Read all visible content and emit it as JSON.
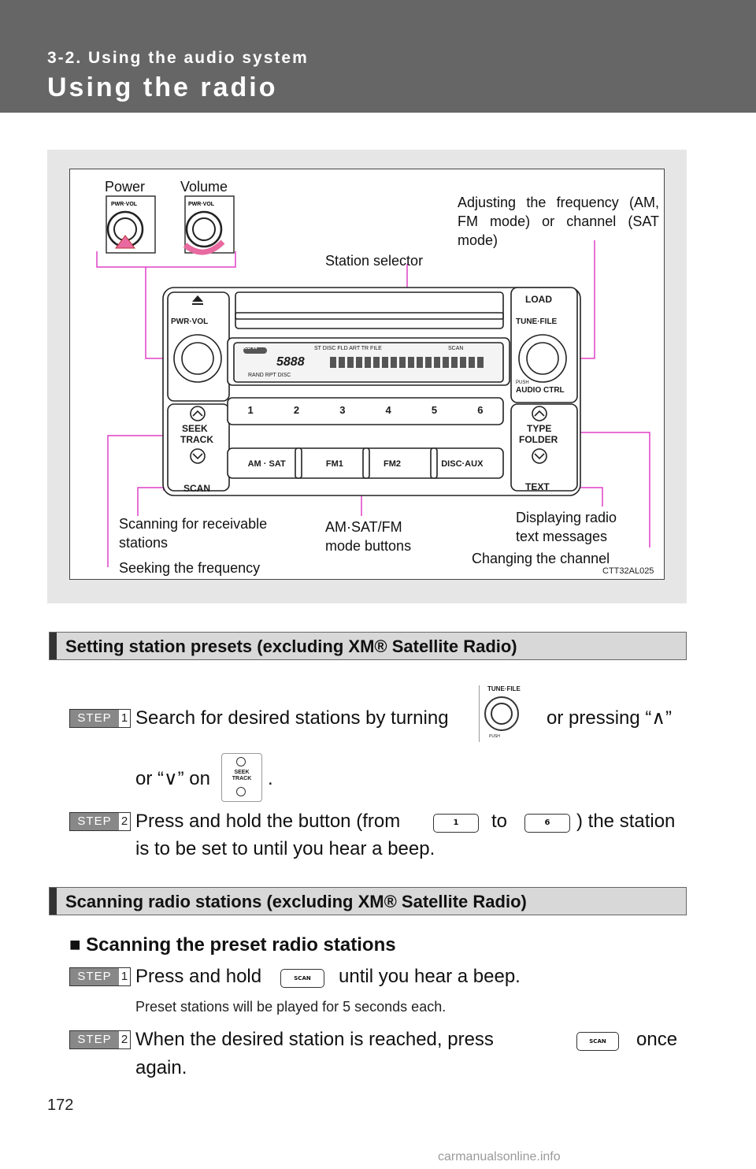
{
  "header": {
    "section": "3-2. Using the audio system",
    "title": "Using the radio"
  },
  "figure": {
    "labels": {
      "power": "Power",
      "volume": "Volume",
      "adjusting": "Adjusting the frequency (AM, FM mode) or channel (SAT mode)",
      "station_selector": "Station selector",
      "scanning": "Scanning for receivable stations",
      "seeking": "Seeking the frequency",
      "mode_buttons": "AM·SAT/FM mode buttons",
      "displaying": "Displaying radio text messages",
      "changing": "Changing the channel"
    },
    "code": "CTT32AL025",
    "unit": {
      "pwr_vol": "PWR·VOL",
      "load": "LOAD",
      "tune_file": "TUNE·FILE",
      "push": "PUSH",
      "audio_ctrl": "AUDIO CTRL",
      "seek": "SEEK",
      "track": "TRACK",
      "scan": "SCAN",
      "type": "TYPE",
      "folder": "FOLDER",
      "text": "TEXT",
      "presets": [
        "1",
        "2",
        "3",
        "4",
        "5",
        "6"
      ],
      "modes": [
        "AM · SAT",
        "FM1",
        "FM2",
        "DISC·AUX"
      ],
      "display_top": "ST  DISC   FLD ART TR FILE",
      "display_scan": "SCAN",
      "display_bottom": "RAND   RPT   DISC",
      "cd_in": "CD IN",
      "display_num": "5888"
    }
  },
  "section1": {
    "title": "Setting station presets (excluding XM® Satellite Radio)",
    "steps": [
      {
        "label": "STEP",
        "num": "1",
        "text_a": "Search for desired stations by turning",
        "text_b": "or pressing “∧”",
        "text_c": "or “∨” on",
        "text_d": "."
      },
      {
        "label": "STEP",
        "num": "2",
        "text_a": "Press and hold the button (from",
        "text_b": "to",
        "text_c": ") the station",
        "text_d": "is to be set to until you hear a beep."
      }
    ],
    "icons": {
      "tune_file": "TUNE·FILE",
      "push": "PUSH",
      "seek": "SEEK",
      "track": "TRACK",
      "btn1": "1",
      "btn6": "6"
    }
  },
  "section2": {
    "title": "Scanning radio stations (excluding XM® Satellite Radio)",
    "subheading": "■ Scanning the preset radio stations",
    "steps": [
      {
        "label": "STEP",
        "num": "1",
        "text_a": "Press and hold",
        "text_b": "until you hear a beep.",
        "note": "Preset stations will be played for 5 seconds each."
      },
      {
        "label": "STEP",
        "num": "2",
        "text_a": "When the desired station is reached, press",
        "text_b": "once",
        "text_c": "again."
      }
    ],
    "scan_btn": "SCAN"
  },
  "page_number": "172",
  "watermark": "carmanualsonline.info",
  "colors": {
    "header_bg": "#666666",
    "callout": "#e040c8",
    "figure_bg": "#e6e6e6",
    "step_bg": "#888888"
  }
}
